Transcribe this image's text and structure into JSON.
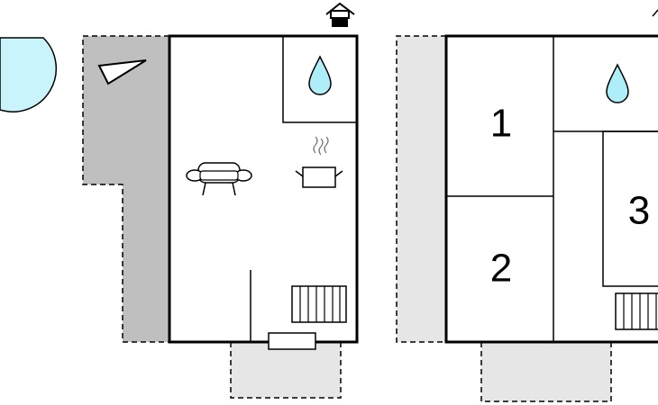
{
  "rooms": {
    "room_1": "1",
    "room_2": "2",
    "room_3": "3"
  },
  "icons": {
    "compass": "compass-icon",
    "entrance": "house-entrance-icon",
    "water": "water-drop-icon",
    "sofa": "sofa-icon",
    "cooking": "cooking-pot-icon",
    "heater": "radiator-icon",
    "pool": "pool-icon"
  },
  "colors": {
    "walls": "#000000",
    "terrace_dark": "#bfbfbf",
    "terrace_light": "#e6e6e6",
    "water": "#aeeef8",
    "pool": "#c9f4fb"
  }
}
